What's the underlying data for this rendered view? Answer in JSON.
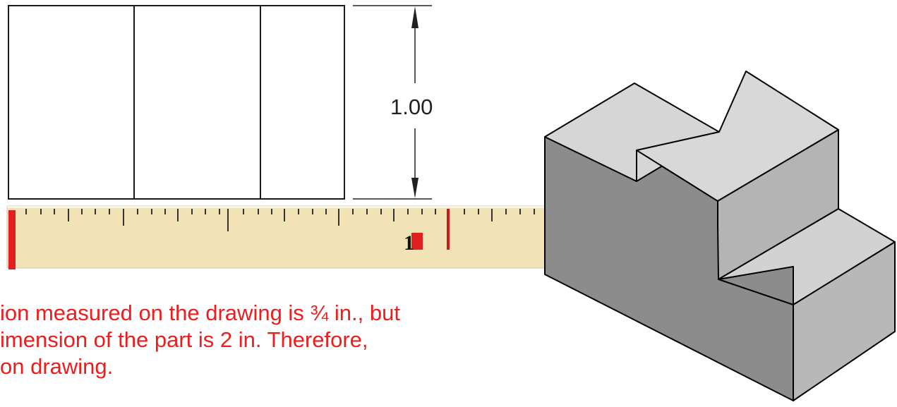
{
  "orthographic_view": {
    "dimension_value": "1.00"
  },
  "ruler": {
    "number": "1",
    "marker_color": "#e02020",
    "face_color": "#f2e3b6"
  },
  "caption": {
    "line1": "ion measured on the drawing is ¾ in., but",
    "line2": "imension of the part is 2 in. Therefore,",
    "line3": "on drawing.",
    "color": "#ee1c1c"
  },
  "isometric_part": {
    "top_color": "#d6d6d6",
    "front_color": "#8c8c8c",
    "side_color": "#b4b4b4"
  }
}
